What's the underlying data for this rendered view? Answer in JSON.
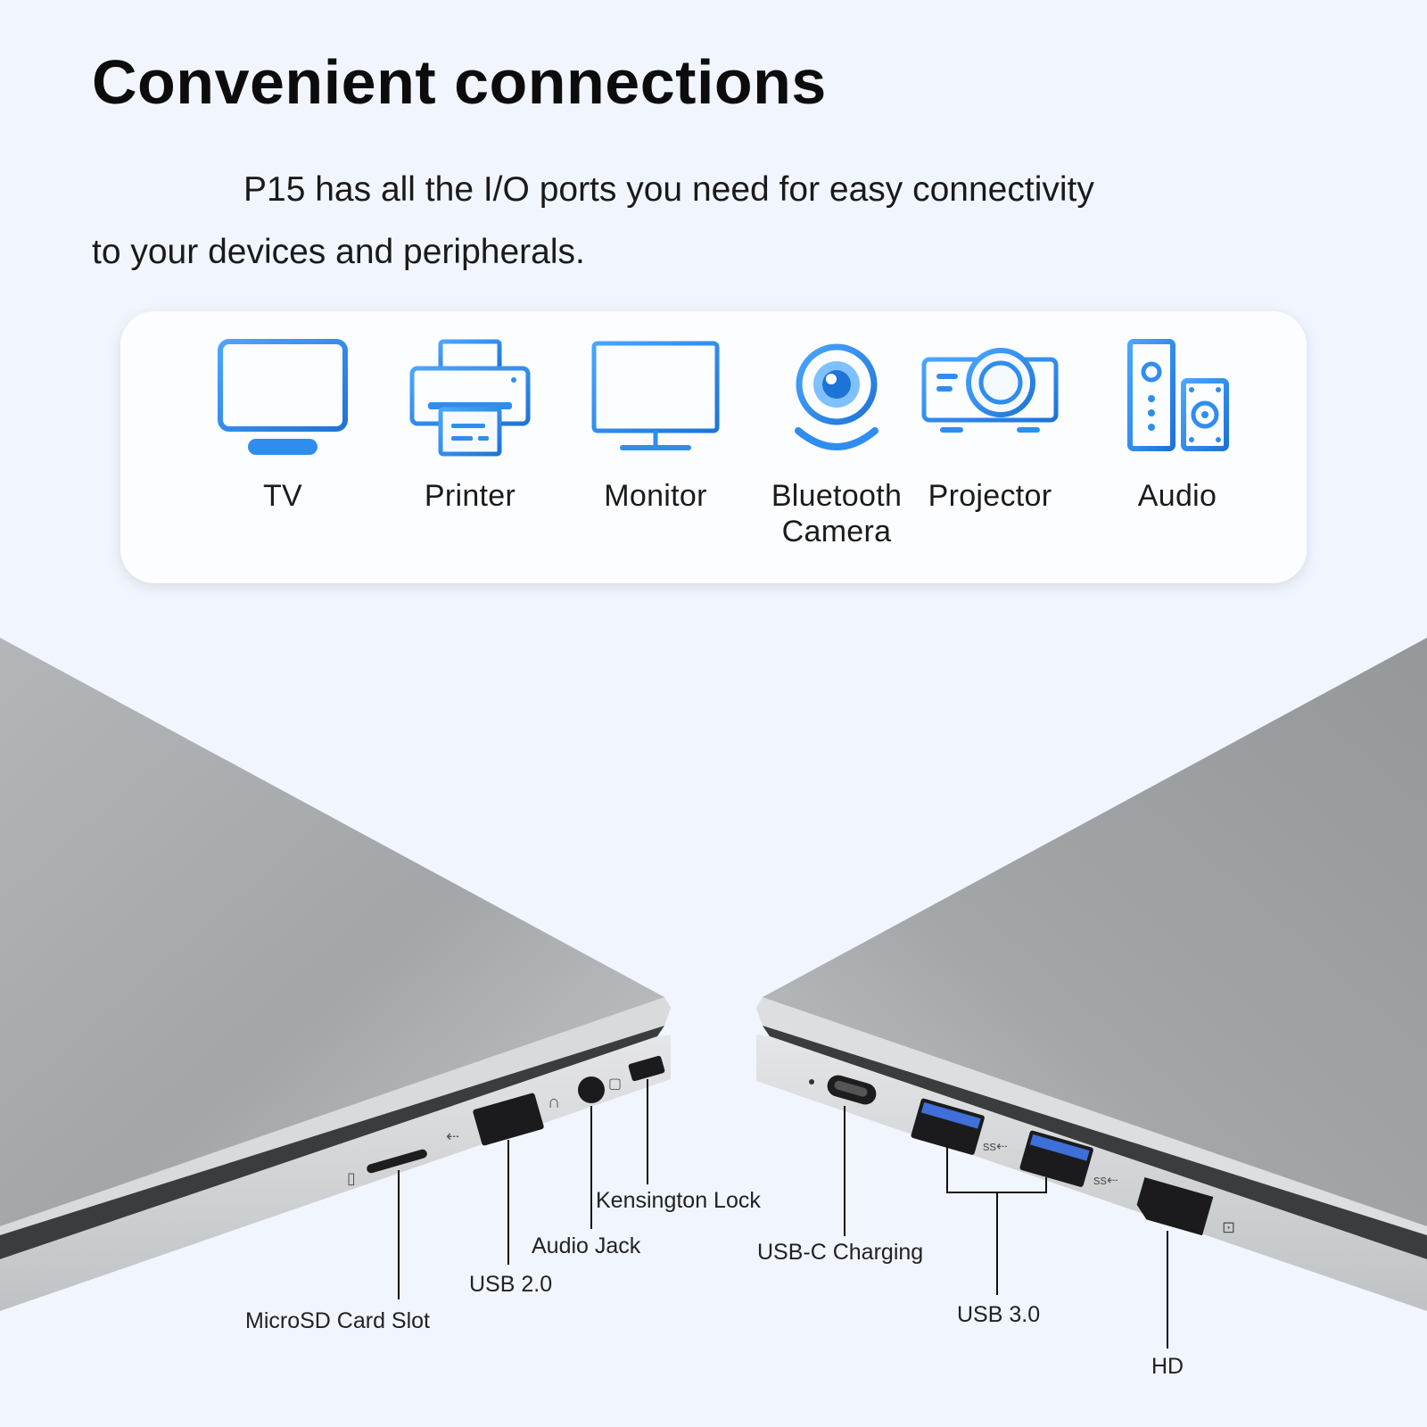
{
  "header": {
    "title": "Convenient connections",
    "subtitle_line1": "P15 has all the I/O ports you need for easy connectivity",
    "subtitle_line2": "to your devices and peripherals."
  },
  "devices": [
    {
      "label": "TV",
      "icon": "tv-icon"
    },
    {
      "label": "Printer",
      "icon": "printer-icon"
    },
    {
      "label": "Monitor",
      "icon": "monitor-icon"
    },
    {
      "label": "Bluetooth Camera",
      "icon": "webcam-icon"
    },
    {
      "label": "Projector",
      "icon": "projector-icon"
    },
    {
      "label": "Audio",
      "icon": "speaker-icon"
    }
  ],
  "ports_left": {
    "microsd": "MicroSD Card Slot",
    "usb2": "USB 2.0",
    "audio_jack": "Audio Jack",
    "kensington": "Kensington Lock"
  },
  "ports_right": {
    "usbc": "USB-C Charging",
    "usb3": "USB 3.0",
    "hd": "HD"
  },
  "colors": {
    "icon_blue": "#2f8df0",
    "icon_blue_dark": "#1e74d6",
    "background": "#f1f5fd",
    "laptop_silver": "#a9acae"
  }
}
